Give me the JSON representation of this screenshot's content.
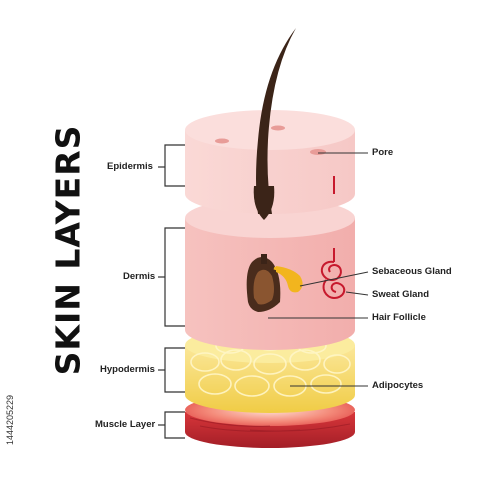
{
  "title": "SKIN LAYERS",
  "labels_left": {
    "epidermis": "Epidermis",
    "dermis": "Dermis",
    "hypodermis": "Hypodermis",
    "muscle": "Muscle Layer"
  },
  "labels_right": {
    "pore": "Pore",
    "sebaceous": "Sebaceous Gland",
    "sweat": "Sweat Gland",
    "follicle": "Hair Follicle",
    "adipocytes": "Adipocytes"
  },
  "credit": "1444205229",
  "colors": {
    "epidermis": "#f8d2d0",
    "dermis": "#f4b7b4",
    "fat": "#f3d65a",
    "muscle": "#cc2b32",
    "hair": "#3b2418",
    "sebum": "#f1b31c",
    "gland": "#c7192d"
  }
}
